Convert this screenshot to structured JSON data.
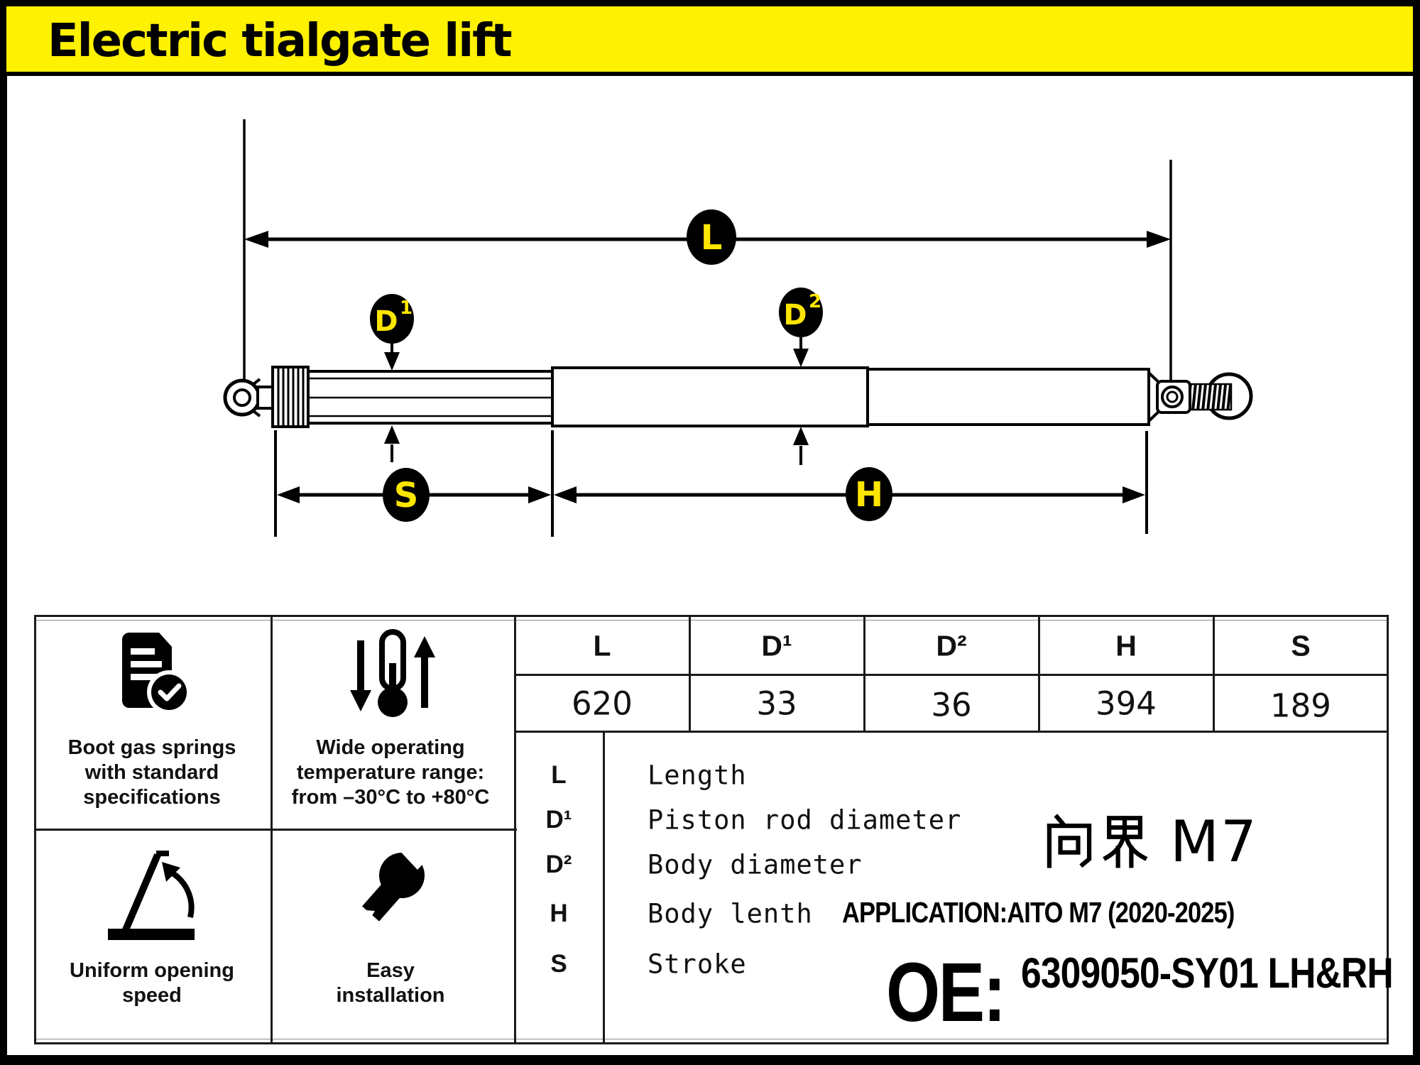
{
  "banner": {
    "title": "Electric tialgate lift"
  },
  "diagram": {
    "badges": {
      "l": "L",
      "d1_base": "D",
      "d1_sup": "1",
      "d2_base": "D",
      "d2_sup": "2",
      "s": "S",
      "h": "H"
    }
  },
  "spec_table": {
    "headers": [
      "L",
      "D¹",
      "D²",
      "H",
      "S"
    ],
    "values": [
      "620",
      "33",
      "36",
      "394",
      "189"
    ]
  },
  "legend": {
    "rows": [
      {
        "symbol": "L",
        "description": "Length"
      },
      {
        "symbol": "D¹",
        "description": "Piston rod diameter"
      },
      {
        "symbol": "D²",
        "description": "Body diameter"
      },
      {
        "symbol": "H",
        "description": "Body lenth"
      },
      {
        "symbol": "S",
        "description": "Stroke"
      }
    ]
  },
  "features": [
    {
      "icon": "document-check-icon",
      "lines": [
        "Boot gas springs",
        "with standard",
        "specifications"
      ]
    },
    {
      "icon": "thermometer-range-icon",
      "lines": [
        "Wide operating",
        "temperature range:",
        "from –30°C to +80°C"
      ]
    },
    {
      "icon": "opening-angle-icon",
      "lines": [
        "Uniform opening",
        "speed"
      ]
    },
    {
      "icon": "wrench-icon",
      "lines": [
        "Easy",
        "installation"
      ]
    }
  ],
  "oe_panel": {
    "model_cn": "问界",
    "model_latin": "M7",
    "application": "APPLICATION:AITO M7 (2020-2025)",
    "oe_label": "OE:",
    "part_number": "6309050-SY01 LH&RH"
  },
  "colors": {
    "banner_yellow": "#FEF102",
    "badge_text_yellow": "#FFE600",
    "line_black": "#000000"
  }
}
